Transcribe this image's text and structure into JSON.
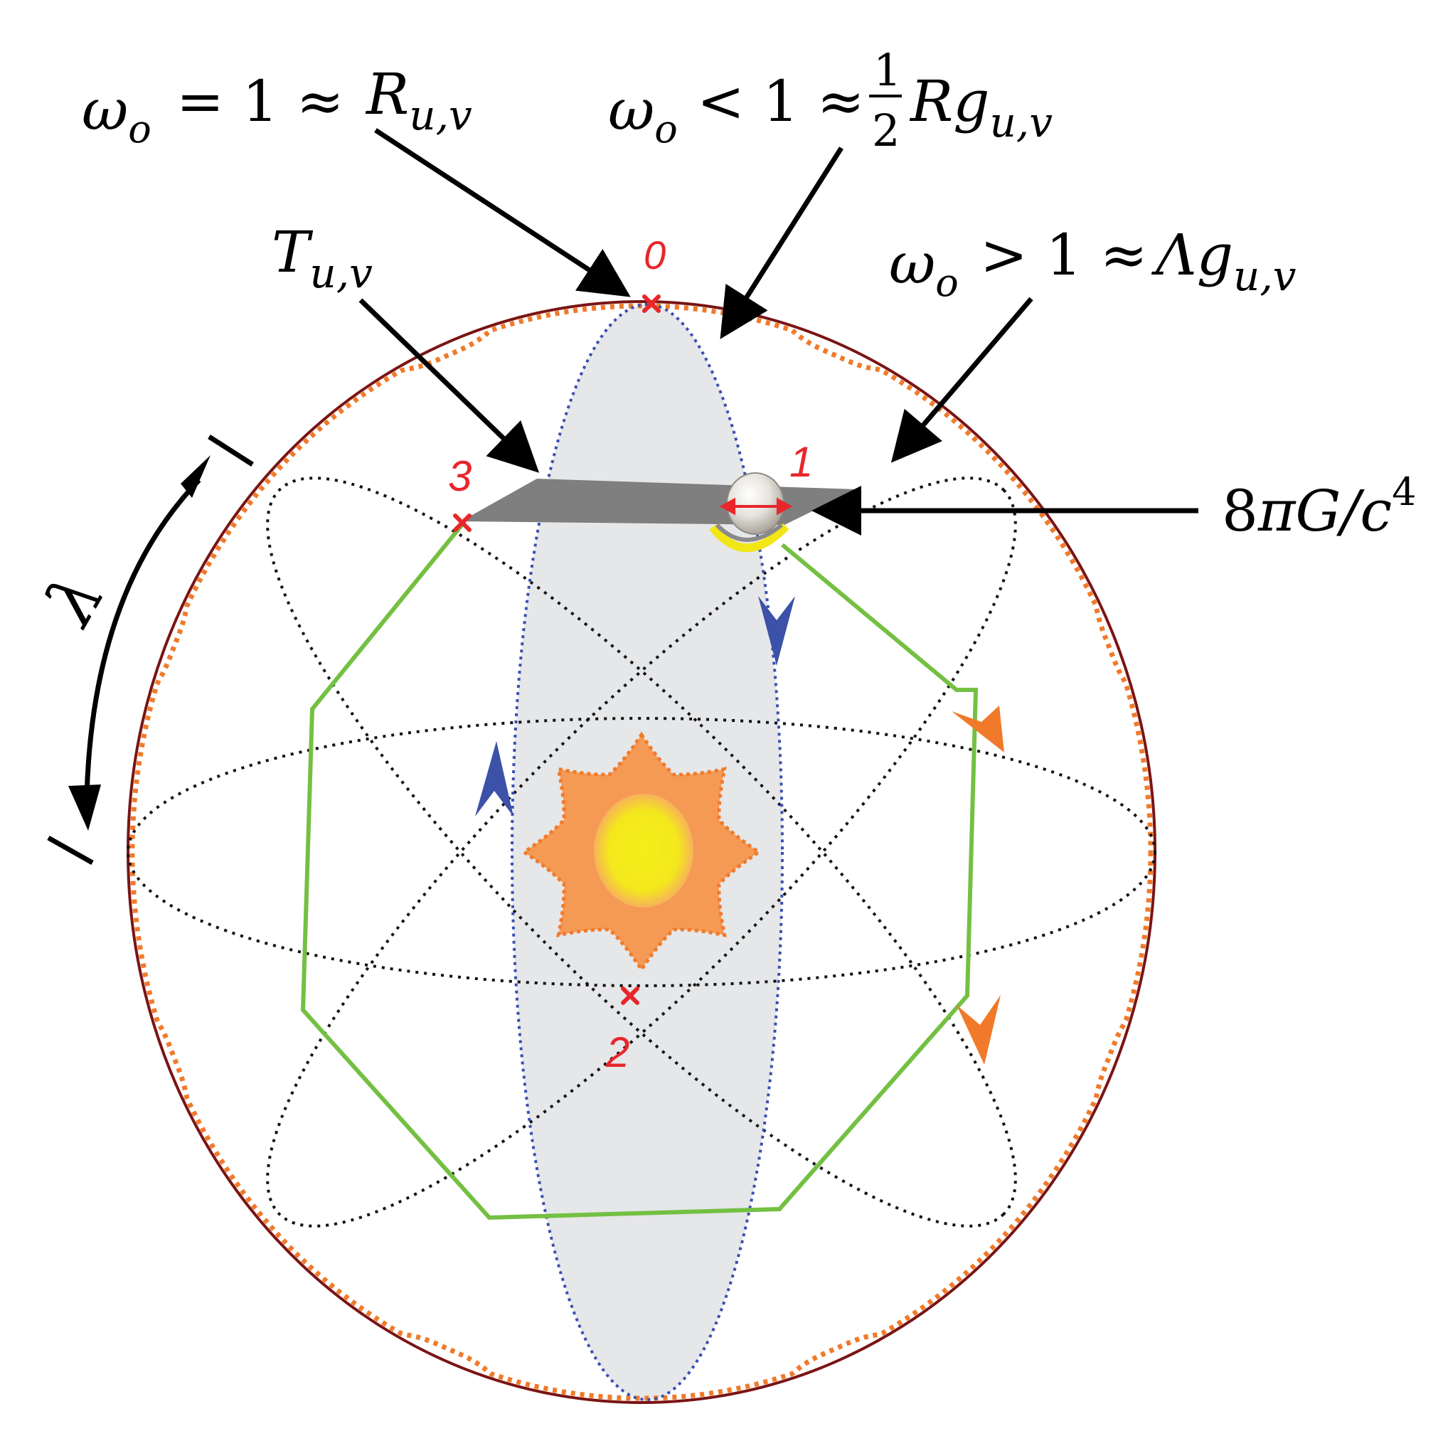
{
  "labels": {
    "omega_eq": {
      "lhs": "ω",
      "sub": "o",
      "rel": "= 1 ≈",
      "term": "R",
      "idx": "u,v"
    },
    "omega_lt": {
      "lhs": "ω",
      "sub": "o",
      "rel": "< 1 ≈",
      "frac_num": "1",
      "frac_den": "2",
      "term": "Rg",
      "idx": "u,v"
    },
    "omega_gt": {
      "lhs": "ω",
      "sub": "o",
      "rel": "> 1 ≈",
      "term": "Λg",
      "idx": "u,v"
    },
    "tensor": {
      "term": "T",
      "idx": "u,v"
    },
    "coupling": {
      "pre": "8",
      "pi": "π",
      "mid": "G/",
      "c": "c",
      "exp": "4"
    },
    "lambda": "λ"
  },
  "points": [
    "0",
    "1",
    "2",
    "3"
  ],
  "colors": {
    "outer_circle": "#7a1414",
    "orbit_dotted": "#111111",
    "orbit_orange": "#f07a2a",
    "ellipse_fill": "#e6e7e9",
    "ellipse_dots": "#3a4fb0",
    "polygon": "#74c043",
    "plane": "#7f7f7f",
    "star": "#f59a55",
    "core": "#f2e617",
    "point_mark": "#e8262b",
    "arrow_blue": "#3c52a8",
    "arrow_orange": "#f07a2a"
  }
}
